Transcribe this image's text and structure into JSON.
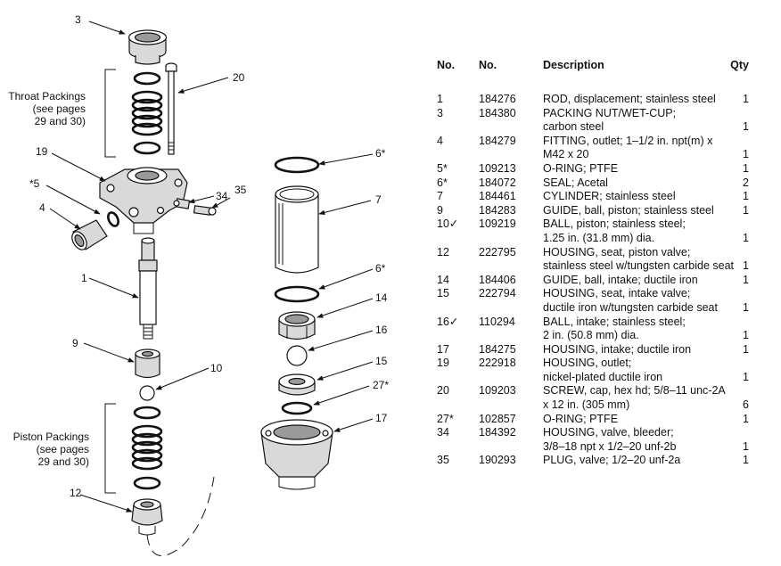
{
  "diagram": {
    "callouts": {
      "c3": "3",
      "c20": "20",
      "c19": "19",
      "c5": "*5",
      "c4": "4",
      "c34": "34",
      "c35": "35",
      "c1": "1",
      "c9": "9",
      "c10": "10",
      "c12": "12",
      "c6a": "6*",
      "c7": "7",
      "c6b": "6*",
      "c14": "14",
      "c16": "16",
      "c15": "15",
      "c27": "27*",
      "c17": "17"
    },
    "throat_label": [
      "Throat Packings",
      "(see pages",
      "29 and 30)"
    ],
    "piston_label": [
      "Piston Packings",
      "(see pages",
      "29 and 30)"
    ]
  },
  "parts_table": {
    "headers": {
      "no": "No.",
      "part_no": "No.",
      "description": "Description",
      "qty": "Qty"
    },
    "rows": [
      {
        "no": "1",
        "part_no": "184276",
        "desc": "ROD, displacement; stainless steel",
        "qty": "1"
      },
      {
        "no": "3",
        "part_no": "184380",
        "desc": "PACKING NUT/WET-CUP;",
        "qty": ""
      },
      {
        "no": "",
        "part_no": "",
        "desc": "carbon steel",
        "qty": "1"
      },
      {
        "no": "4",
        "part_no": "184279",
        "desc": "FITTING, outlet; 1–1/2 in. npt(m) x",
        "qty": ""
      },
      {
        "no": "",
        "part_no": "",
        "desc": "M42 x 20",
        "qty": "1"
      },
      {
        "no": "5*",
        "part_no": "109213",
        "desc": "O-RING; PTFE",
        "qty": "1"
      },
      {
        "no": "6*",
        "part_no": "184072",
        "desc": "SEAL; Acetal",
        "qty": "2"
      },
      {
        "no": "7",
        "part_no": "184461",
        "desc": "CYLINDER; stainless steel",
        "qty": "1"
      },
      {
        "no": "9",
        "part_no": "184283",
        "desc": "GUIDE, ball, piston; stainless steel",
        "qty": "1"
      },
      {
        "no": "10✓",
        "part_no": "109219",
        "desc": "BALL, piston; stainless steel;",
        "qty": ""
      },
      {
        "no": "",
        "part_no": "",
        "desc": "1.25 in. (31.8 mm) dia.",
        "qty": "1"
      },
      {
        "no": "12",
        "part_no": "222795",
        "desc": "HOUSING, seat, piston valve;",
        "qty": ""
      },
      {
        "no": "",
        "part_no": "",
        "desc": "stainless steel w/tungsten carbide seat",
        "qty": "1"
      },
      {
        "no": "14",
        "part_no": "184406",
        "desc": "GUIDE, ball, intake; ductile iron",
        "qty": "1"
      },
      {
        "no": "15",
        "part_no": "222794",
        "desc": "HOUSING, seat, intake valve;",
        "qty": ""
      },
      {
        "no": "",
        "part_no": "",
        "desc": "ductile iron w/tungsten carbide seat",
        "qty": "1"
      },
      {
        "no": "16✓",
        "part_no": "110294",
        "desc": "BALL, intake; stainless steel;",
        "qty": ""
      },
      {
        "no": "",
        "part_no": "",
        "desc": "2 in. (50.8 mm) dia.",
        "qty": "1"
      },
      {
        "no": "17",
        "part_no": "184275",
        "desc": "HOUSING, intake; ductile iron",
        "qty": "1"
      },
      {
        "no": "19",
        "part_no": "222918",
        "desc": "HOUSING, outlet;",
        "qty": ""
      },
      {
        "no": "",
        "part_no": "",
        "desc": "nickel-plated ductile iron",
        "qty": "1"
      },
      {
        "no": "20",
        "part_no": "109203",
        "desc": "SCREW, cap, hex hd; 5/8–11 unc-2A",
        "qty": ""
      },
      {
        "no": "",
        "part_no": "",
        "desc": "x 12 in. (305 mm)",
        "qty": "6"
      },
      {
        "no": "27*",
        "part_no": "102857",
        "desc": "O-RING; PTFE",
        "qty": "1"
      },
      {
        "no": "34",
        "part_no": "184392",
        "desc": "HOUSING, valve, bleeder;",
        "qty": ""
      },
      {
        "no": "",
        "part_no": "",
        "desc": "3/8–18 npt x 1/2–20 unf-2b",
        "qty": "1"
      },
      {
        "no": "35",
        "part_no": "190293",
        "desc": "PLUG, valve; 1/2–20 unf-2a",
        "qty": "1"
      }
    ]
  }
}
